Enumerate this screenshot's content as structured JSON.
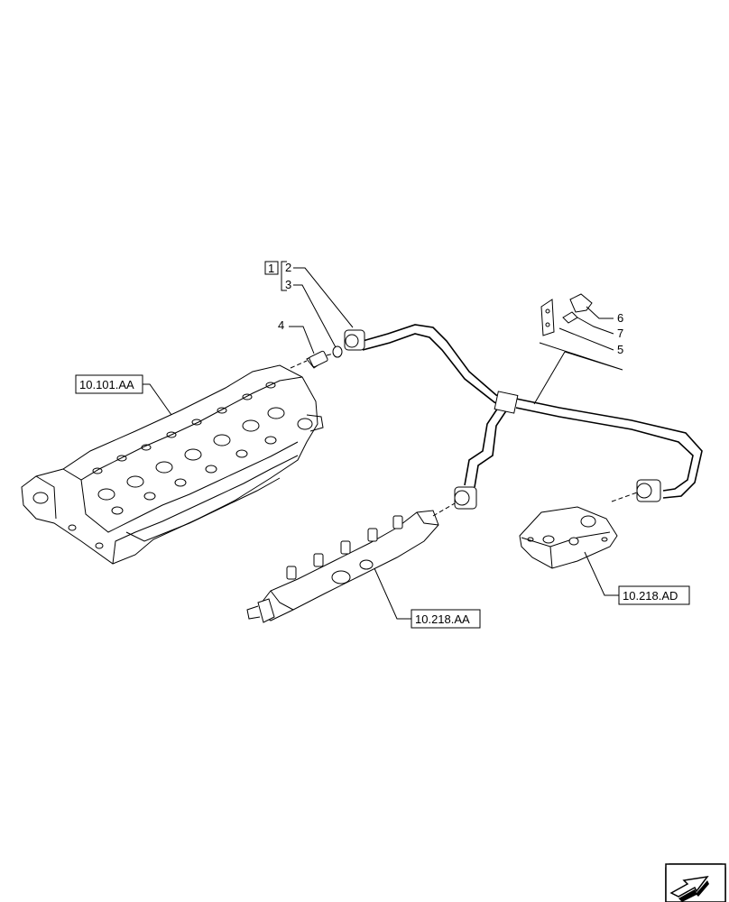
{
  "callouts": {
    "item_1": "1",
    "item_2": "2",
    "item_3": "3",
    "item_4": "4",
    "item_5": "5",
    "item_6": "6",
    "item_7": "7"
  },
  "references": {
    "cylinder_head": "10.101.AA",
    "fuel_rail": "10.218.AA",
    "pump_unit": "10.218.AD"
  }
}
